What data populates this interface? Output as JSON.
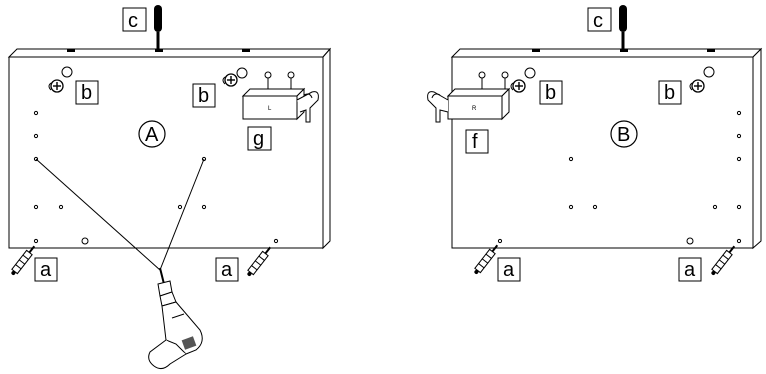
{
  "panels": [
    {
      "id": "A",
      "center_label": "A",
      "labels": [
        "c",
        "b",
        "b",
        "g",
        "a",
        "a"
      ],
      "bracket_mark": "L"
    },
    {
      "id": "B",
      "center_label": "B",
      "labels": [
        "c",
        "b",
        "b",
        "f",
        "a",
        "a"
      ],
      "bracket_mark": "R"
    }
  ],
  "colors": {
    "line": "#000000",
    "fill": "#ffffff",
    "shade": "#555555"
  },
  "icons": [
    "drill-icon",
    "screwdriver-icon",
    "screw-icon",
    "cam-lock-icon",
    "bracket-icon"
  ]
}
